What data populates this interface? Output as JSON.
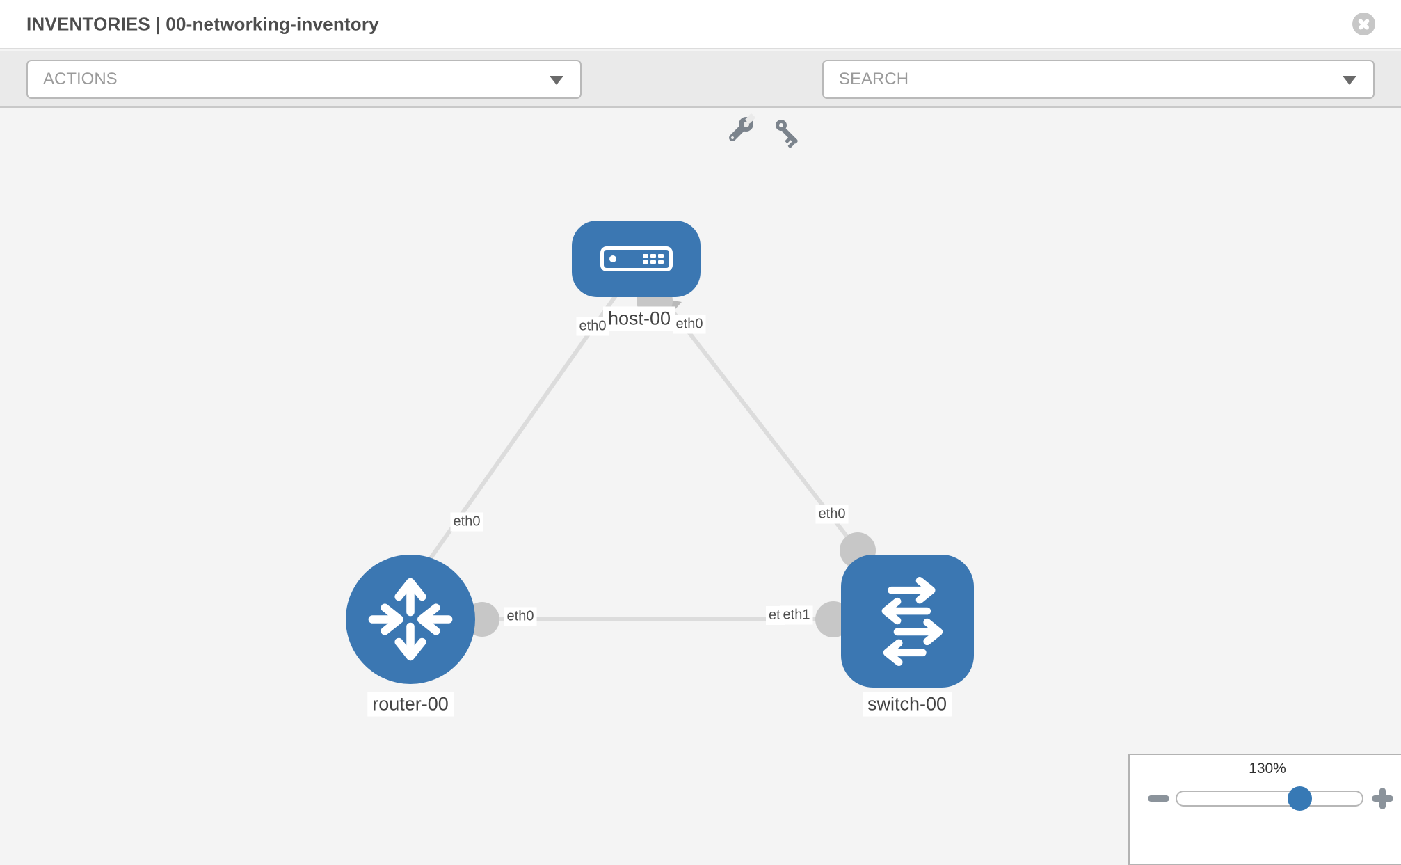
{
  "header": {
    "title": "INVENTORIES | 00-networking-inventory"
  },
  "toolbar": {
    "actions_label": "ACTIONS",
    "search_label": "SEARCH",
    "icons": [
      "wrench-icon",
      "key-icon"
    ]
  },
  "diagram": {
    "nodes": [
      {
        "name": "host-00",
        "type": "host",
        "icon": "server-icon"
      },
      {
        "name": "router-00",
        "type": "router",
        "icon": "router-arrows-icon"
      },
      {
        "name": "switch-00",
        "type": "switch",
        "icon": "switch-arrows-icon"
      }
    ],
    "links": [
      {
        "source": "host-00",
        "target": "router-00",
        "source_interface": "eth0",
        "target_interface": "eth0"
      },
      {
        "source": "host-00",
        "target": "switch-00",
        "source_interface": "eth0",
        "target_interface": "eth0"
      },
      {
        "source": "router-00",
        "target": "switch-00",
        "source_interface": "eth0",
        "target_interface": "eth1",
        "target_interface_overlapped": "eth0"
      }
    ]
  },
  "zoom_control": {
    "level": "130%"
  },
  "colors": {
    "node_fill": "#3b77b2",
    "link_stroke": "#dcdcdc",
    "connector_fill": "#c7c7c7",
    "slider_thumb": "#3779b5",
    "canvas_background": "#f4f4f4",
    "toolbar_background": "#eaeaea"
  }
}
